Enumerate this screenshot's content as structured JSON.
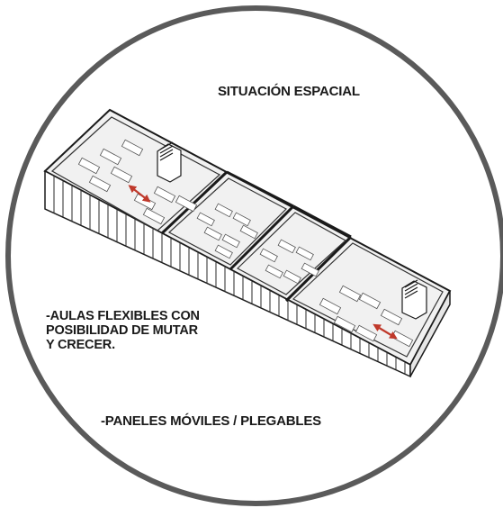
{
  "diagram": {
    "title": "SITUACIÓN ESPACIAL",
    "note_flexible": [
      "-AULAS FLEXIBLES CON",
      "POSIBILIDAD DE MUTAR",
      "Y CRECER."
    ],
    "note_panels": "-PANELES MÓVILES / PLEGABLES",
    "colors": {
      "circle_stroke": "#5a5a5a",
      "walls": "#1a1a1a",
      "floor": "#f1f1f1",
      "arrow": "#c0392b"
    },
    "room_count": 4
  }
}
